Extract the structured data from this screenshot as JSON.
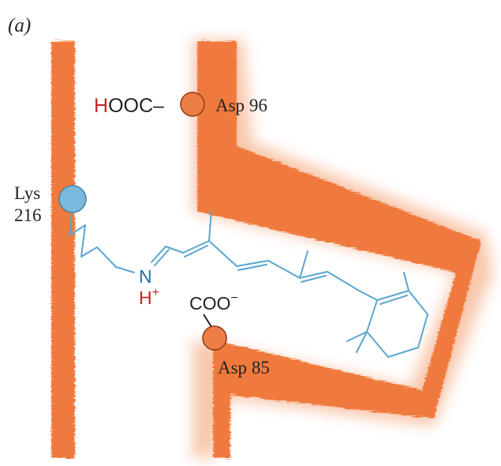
{
  "panel_label": "(a)",
  "asp96": {
    "prefix_h": "H",
    "prefix_rest": "OOC–",
    "name": "Asp",
    "number": "96"
  },
  "lys216": {
    "name": "Lys",
    "number": "216"
  },
  "schiff_base": {
    "n": "N",
    "h": "H",
    "charge": "+"
  },
  "asp85": {
    "group": "COO",
    "charge": "−",
    "name": "Asp",
    "number": "85"
  },
  "colors": {
    "helix": "#f07a3e",
    "helix_soft": "#f39a68",
    "lysine_node": "#7ab8dd",
    "retinal": "#5aa6cf",
    "aspartate_node": "#ee7d45",
    "proton_red": "#c8222a",
    "nitrogen_blue": "#1f6ea8",
    "ink": "#222222"
  }
}
